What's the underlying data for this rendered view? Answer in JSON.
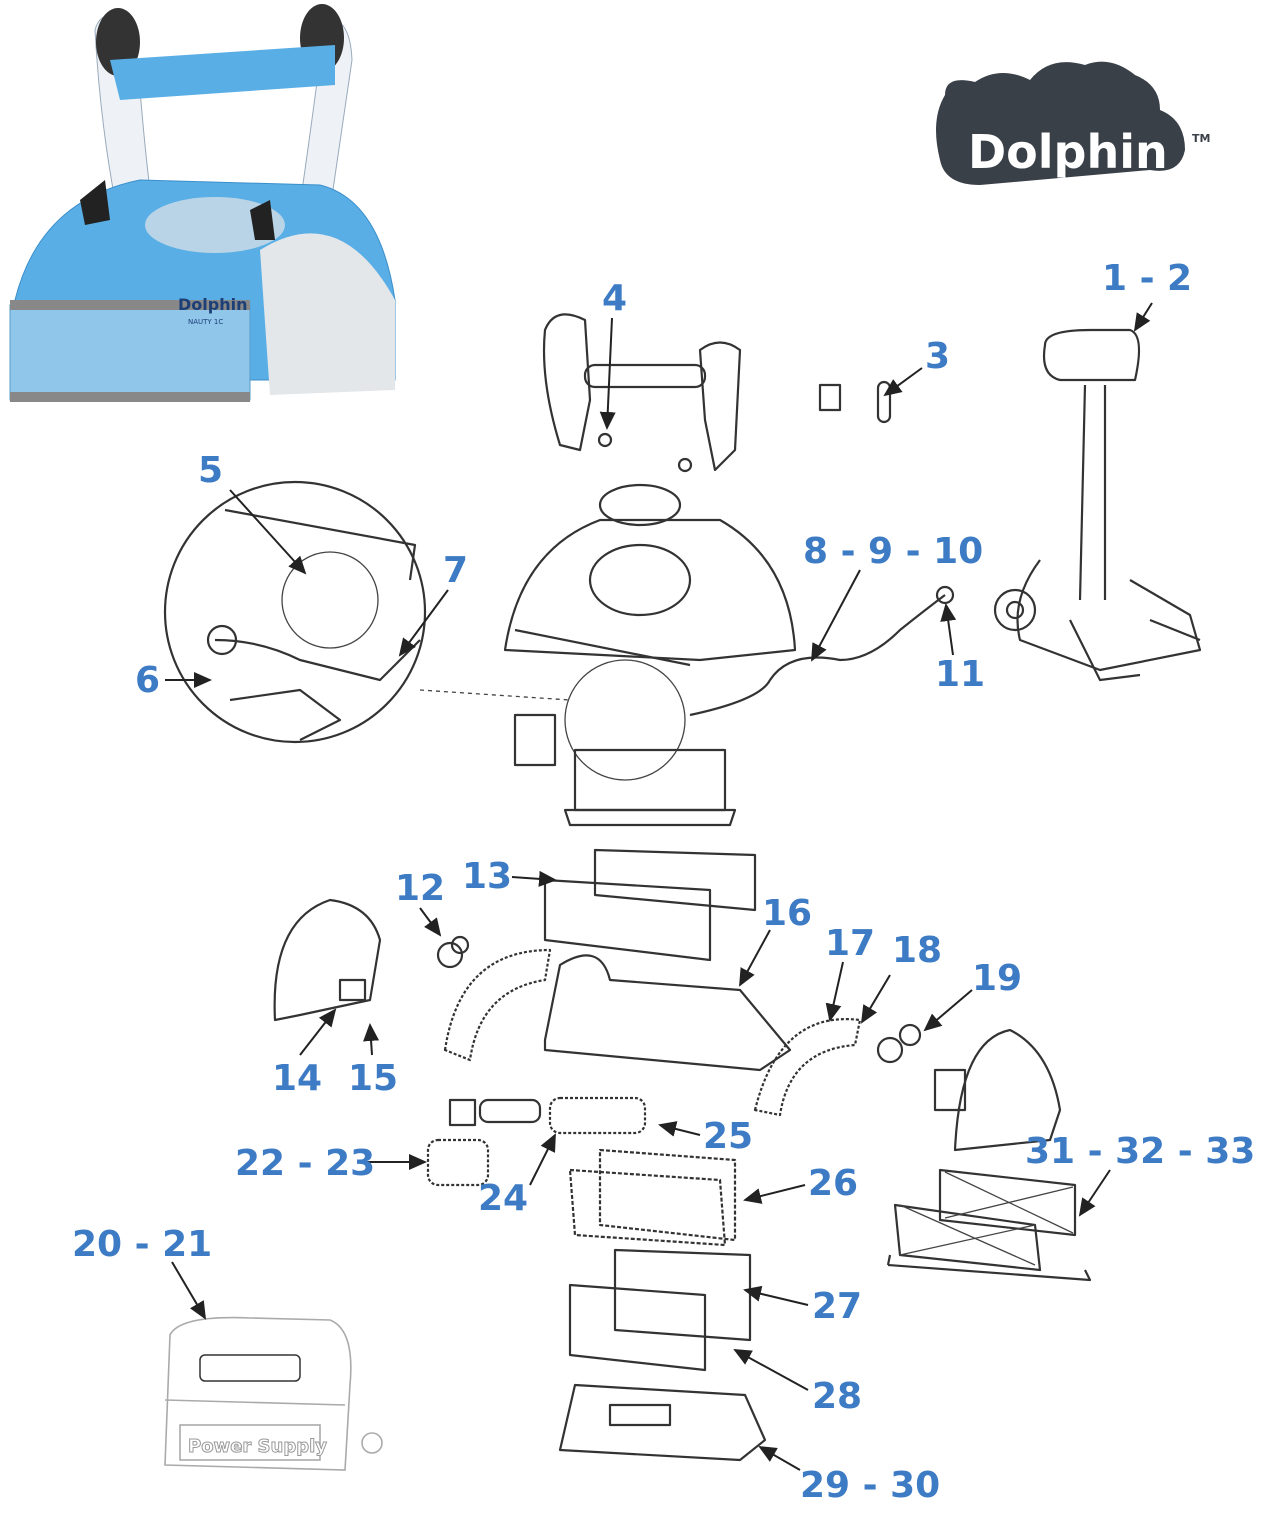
{
  "brand": {
    "logo_text": "Dolphin",
    "trademark": "TM"
  },
  "product_photo": {
    "badge_brand": "Dolphin",
    "model": "NAUTY 1C"
  },
  "power_supply": {
    "panel_text": "Power Supply"
  },
  "colors": {
    "label": "#3d7bc4",
    "robot_blue": "#5aaee6",
    "logo_dark": "#3a4048"
  },
  "callouts": [
    {
      "id": "c1",
      "text": "1 - 2"
    },
    {
      "id": "c3",
      "text": "3"
    },
    {
      "id": "c4",
      "text": "4"
    },
    {
      "id": "c5",
      "text": "5"
    },
    {
      "id": "c7",
      "text": "7"
    },
    {
      "id": "c6",
      "text": "6"
    },
    {
      "id": "c8",
      "text": "8 - 9 - 10"
    },
    {
      "id": "c11",
      "text": "11"
    },
    {
      "id": "c12",
      "text": "12"
    },
    {
      "id": "c13",
      "text": "13"
    },
    {
      "id": "c16",
      "text": "16"
    },
    {
      "id": "c17",
      "text": "17"
    },
    {
      "id": "c18",
      "text": "18"
    },
    {
      "id": "c19",
      "text": "19"
    },
    {
      "id": "c14",
      "text": "14"
    },
    {
      "id": "c15",
      "text": "15"
    },
    {
      "id": "c25",
      "text": "25"
    },
    {
      "id": "c22",
      "text": "22 - 23"
    },
    {
      "id": "c24",
      "text": "24"
    },
    {
      "id": "c26",
      "text": "26"
    },
    {
      "id": "c31",
      "text": "31 - 32 - 33"
    },
    {
      "id": "c20",
      "text": "20 - 21"
    },
    {
      "id": "c27",
      "text": "27"
    },
    {
      "id": "c28",
      "text": "28"
    },
    {
      "id": "c29",
      "text": "29 - 30"
    }
  ]
}
